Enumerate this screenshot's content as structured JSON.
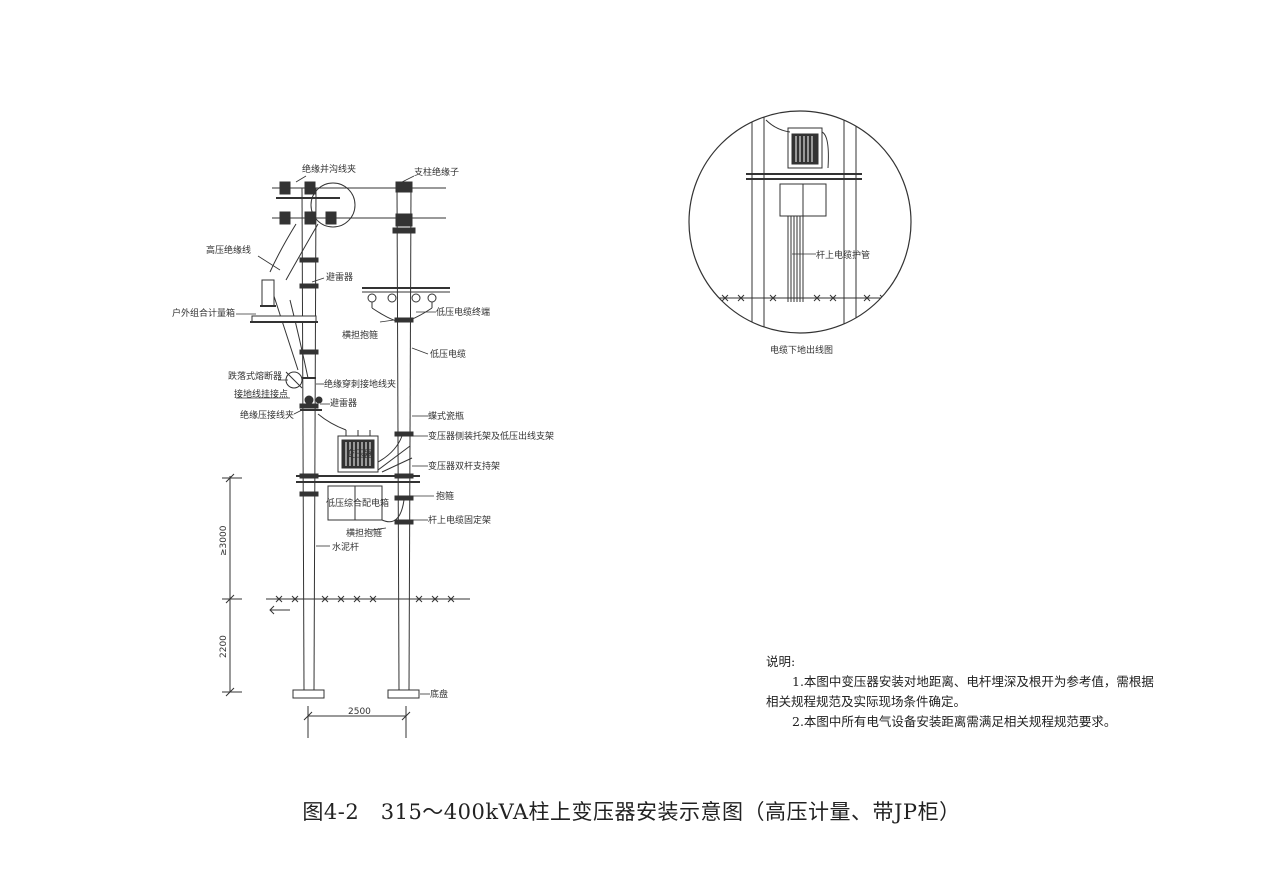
{
  "labels": {
    "insulated_parallel_groove_clamp": "绝缘并沟线夹",
    "post_insulator": "支柱绝缘子",
    "hv_insulated_wire": "高压绝缘线",
    "surge_arrester_top": "避雷器",
    "outdoor_metering_box": "户外组合计量箱",
    "crossarm_hoop_1": "横担抱箍",
    "lv_cable_terminal": "低压电缆终端",
    "lv_cable": "低压电缆",
    "drop_out_fuse": "跌落式熔断器",
    "grounding_connection_point": "接地线挂接点",
    "insulated_piercing_ground_clamp": "绝缘穿刺接地线夹",
    "surge_arrester": "避雷器",
    "insulated_compression_clamp": "绝缘压接线夹",
    "butterfly_insulator": "蝶式瓷瓶",
    "transformer_side_bracket": "变压器侧装托架及低压出线支架",
    "transformer": "变压器",
    "transformer_double_pole_bracket": "变压器双杆支持架",
    "hoop": "抱箍",
    "lv_distribution_box": "低压综合配电箱",
    "pole_cable_fixing_bracket": "杆上电缆固定架",
    "crossarm_hoop_2": "横担抱箍",
    "concrete_pole": "水泥杆",
    "base_plate": "底盘",
    "pole_cable_conduit": "杆上电缆护管"
  },
  "dimensions": {
    "height_above_ground": "≥3000",
    "burial_depth": "2200",
    "pole_spacing": "2500"
  },
  "detail": {
    "caption": "电缆下地出线图"
  },
  "notes": {
    "heading": "说明:",
    "line1": "1.本图中变压器安装对地距离、电杆埋深及根开为参考值，需根据",
    "line2": "相关规程规范及实际现场条件确定。",
    "line3": "2.本图中所有电气设备安装距离需满足相关规程规范要求。"
  },
  "title": "图4-2　315～400kVA柱上变压器安装示意图（高压计量、带JP柜）"
}
